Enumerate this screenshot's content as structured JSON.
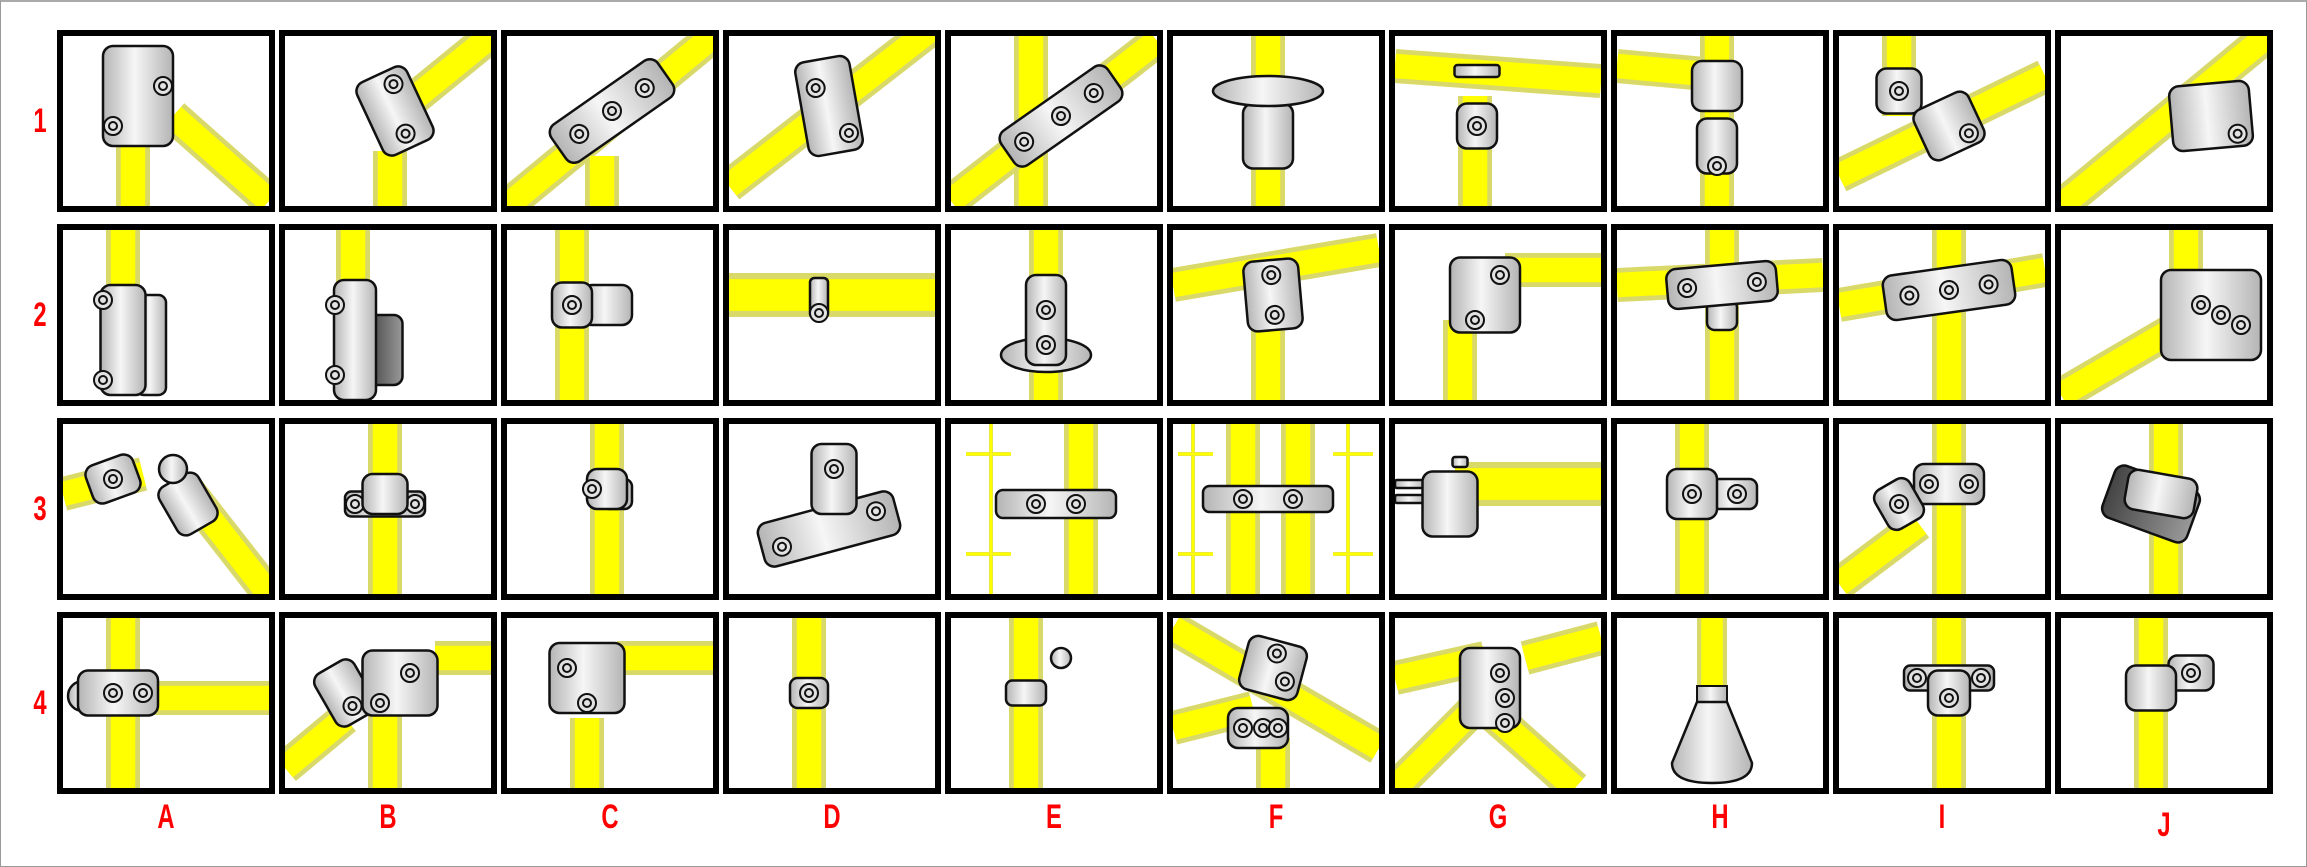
{
  "rows": [
    "1",
    "2",
    "3",
    "4"
  ],
  "columns": [
    "A",
    "B",
    "C",
    "D",
    "E",
    "F",
    "G",
    "H",
    "I",
    "J"
  ],
  "colors": {
    "pipe": "#ffff00",
    "pipe_edge": "#d9d96a",
    "label": "#ff0000",
    "fitting_light": "#f6f6f6",
    "fitting_dark": "#b4b4b4",
    "border": "#000000"
  }
}
